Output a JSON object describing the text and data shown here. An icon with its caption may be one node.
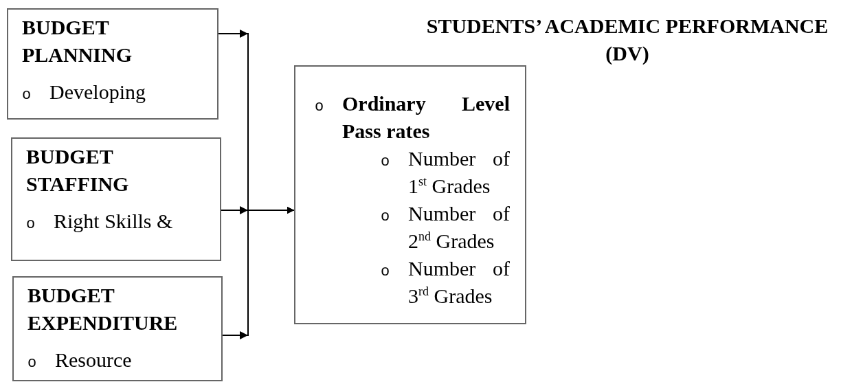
{
  "diagram": {
    "title": "STUDENTS’ ACADEMIC PERFORMANCE (DV)",
    "nodes": [
      {
        "text": [
          "BUDGET PLANNING",
          "o",
          "Developing"
        ]
      },
      {
        "text": [
          "BUDGET STAFFING",
          "o",
          "Right Skills &"
        ]
      },
      {
        "text": [
          "BUDGET EXPENDITURE",
          "o",
          "Resource"
        ]
      },
      {
        "text": [
          "o",
          "Ordinary Level Pass rates",
          "o",
          "Number of 1$^{st}$ Grades",
          "o",
          "Number of 2$^{nd}$ Grades",
          "o",
          "Number of 3$^{rd}$ Grades"
        ]
      }
    ],
    "edges": [
      {
        "from": 0,
        "to": 3,
        "arrow": "to"
      },
      {
        "from": 1,
        "to": 3,
        "arrow": "to"
      },
      {
        "from": 2,
        "to": 3,
        "arrow": "to"
      }
    ]
  }
}
